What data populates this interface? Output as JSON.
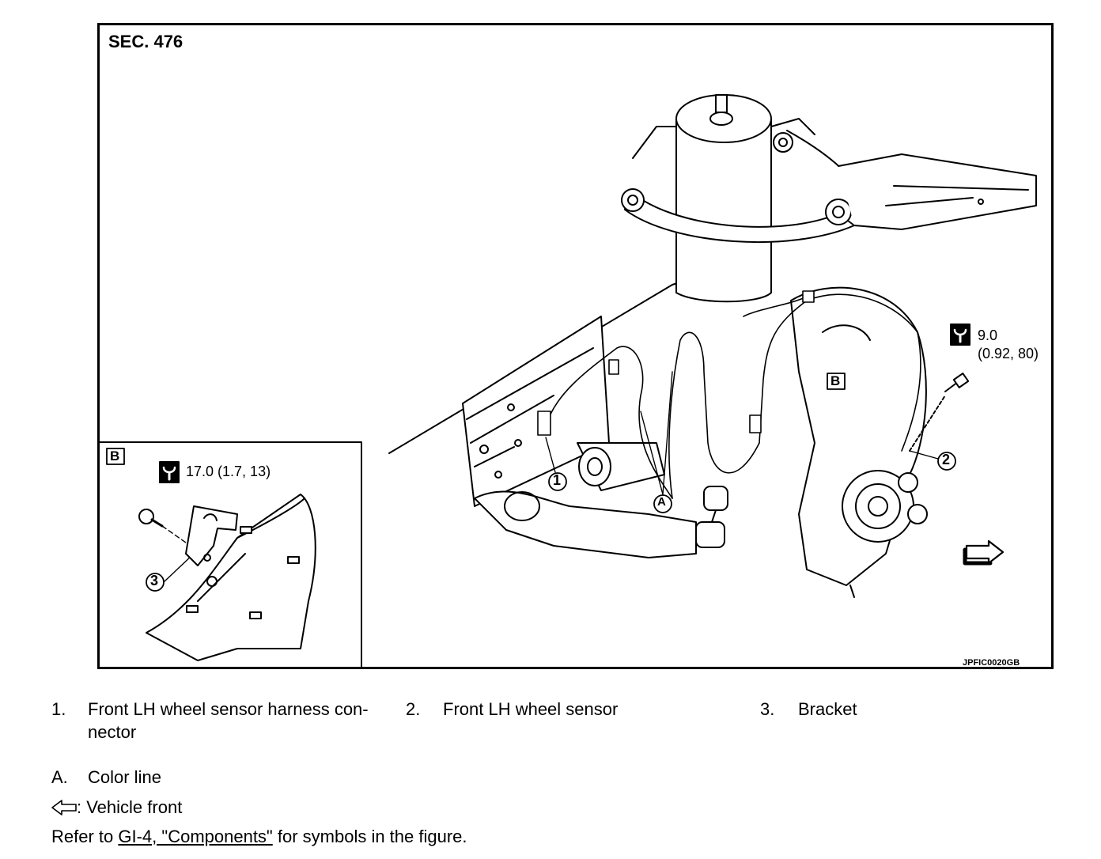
{
  "figure": {
    "section": "SEC. 476",
    "figure_code": "JPFIC0020GB",
    "torque_main": {
      "value": "9.0",
      "alt_units": "(0.92, 80)"
    },
    "torque_detail": "17.0 (1.7, 13)",
    "detail_label": "B",
    "callouts": {
      "c1": "1",
      "c2": "2",
      "c3": "3",
      "cA": "A",
      "cB": "B"
    }
  },
  "legend": {
    "items": [
      {
        "number": "1.",
        "text": "Front LH wheel sensor harness con-",
        "text2": "nector"
      },
      {
        "number": "2.",
        "text": "Front LH wheel sensor"
      },
      {
        "number": "3.",
        "text": "Bracket"
      }
    ],
    "letter_items": [
      {
        "letter": "A.",
        "text": "Color line"
      }
    ],
    "arrow_text": ": Vehicle front",
    "refer_prefix": "Refer to ",
    "refer_link": "GI-4, \"Components\"",
    "refer_suffix": " for symbols in the figure."
  }
}
